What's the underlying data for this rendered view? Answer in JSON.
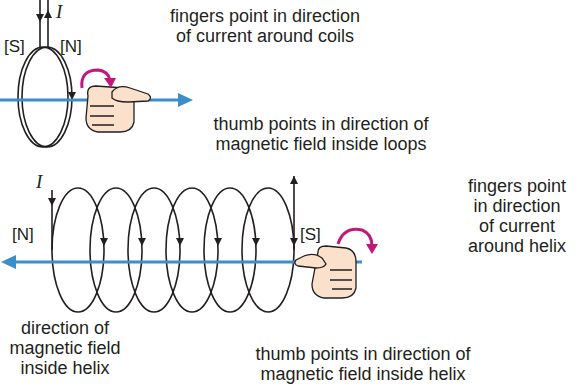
{
  "diagram": {
    "labels": [
      "I",
      "[S]",
      "[N]",
      "fingers point in direction of current around coils",
      "thumb points in direction of magnetic field inside loops",
      "I",
      "[N]",
      "[S]",
      "fingers point in direction of current around helix",
      "direction of magnetic field inside helix",
      "thumb points in direction of magnetic field inside helix"
    ]
  }
}
